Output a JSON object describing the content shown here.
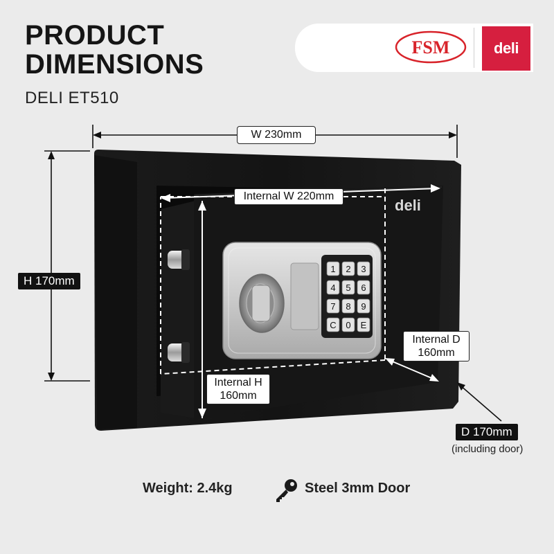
{
  "header": {
    "title_line1": "PRODUCT",
    "title_line2": "DIMENSIONS",
    "subtitle": "DELI ET510"
  },
  "logos": {
    "fsm_text": "FSM",
    "deli_text": "deli",
    "deli_badge_text": "deli",
    "brand_red": "#d61f3f",
    "fsm_red": "#d8232a"
  },
  "dimensions": {
    "width": "W 230mm",
    "height": "H 170mm",
    "internal_width": "Internal W 220mm",
    "internal_height_line1": "Internal H",
    "internal_height_line2": "160mm",
    "internal_depth_line1": "Internal D",
    "internal_depth_line2": "160mm",
    "depth": "D 170mm",
    "depth_note": "(including door)"
  },
  "keypad": {
    "keys": [
      "1",
      "2",
      "3",
      "4",
      "5",
      "6",
      "7",
      "8",
      "9",
      "C",
      "0",
      "E"
    ]
  },
  "footer": {
    "weight": "Weight: 2.4kg",
    "door": "Steel 3mm Door",
    "key_icon": "key-icon"
  }
}
